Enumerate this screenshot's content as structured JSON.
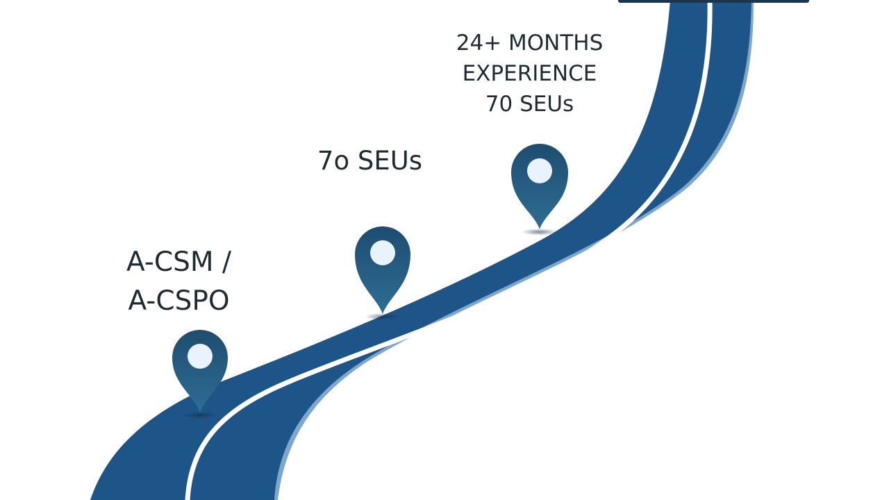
{
  "diagram": {
    "milestones": [
      {
        "lines": [
          "A-CSM /",
          "A-CSPO"
        ]
      },
      {
        "lines": [
          "7o SEUs"
        ]
      },
      {
        "lines": [
          "24+ MONTHS",
          "EXPERIENCE",
          "70 SEUs"
        ]
      }
    ],
    "colors": {
      "road": "#1e5589",
      "road_edge": "#7fa6cc",
      "pin": "#1d4d70",
      "pin_dot": "#e9f3fb",
      "center_line": "#ffffff",
      "text": "#1f2a33"
    }
  }
}
